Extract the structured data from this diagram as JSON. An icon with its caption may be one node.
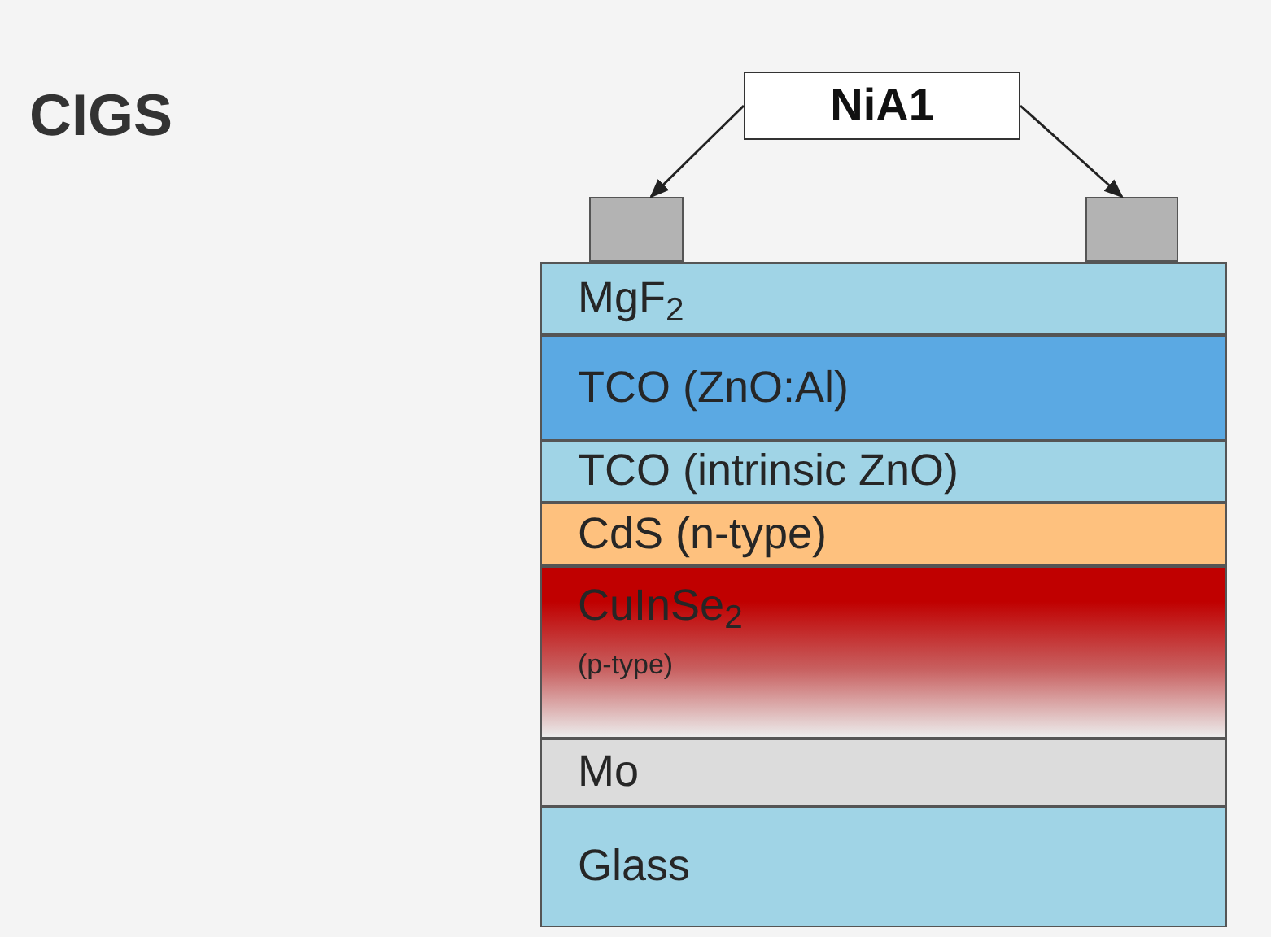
{
  "diagram": {
    "title": "CIGS",
    "nodes": [
      {
        "text": [
          "NiA1"
        ]
      },
      {
        "text": [],
        "shape": "box"
      },
      {
        "text": [],
        "shape": "box"
      },
      {
        "text": [
          "MgF$_{2}$"
        ]
      },
      {
        "text": [
          "TCO (ZnO:Al)"
        ]
      },
      {
        "text": [
          "TCO (intrinsic ZnO)"
        ]
      },
      {
        "text": [
          "CdS (n-type)"
        ]
      },
      {
        "text": [
          "CuInSe$_{2}$",
          "(p-type)"
        ]
      },
      {
        "text": [
          "Mo"
        ]
      },
      {
        "text": [
          "Glass"
        ]
      }
    ],
    "edges": [
      {
        "from": 0,
        "to": 1,
        "arrow": "to"
      },
      {
        "from": 0,
        "to": 2,
        "arrow": "to"
      }
    ]
  }
}
